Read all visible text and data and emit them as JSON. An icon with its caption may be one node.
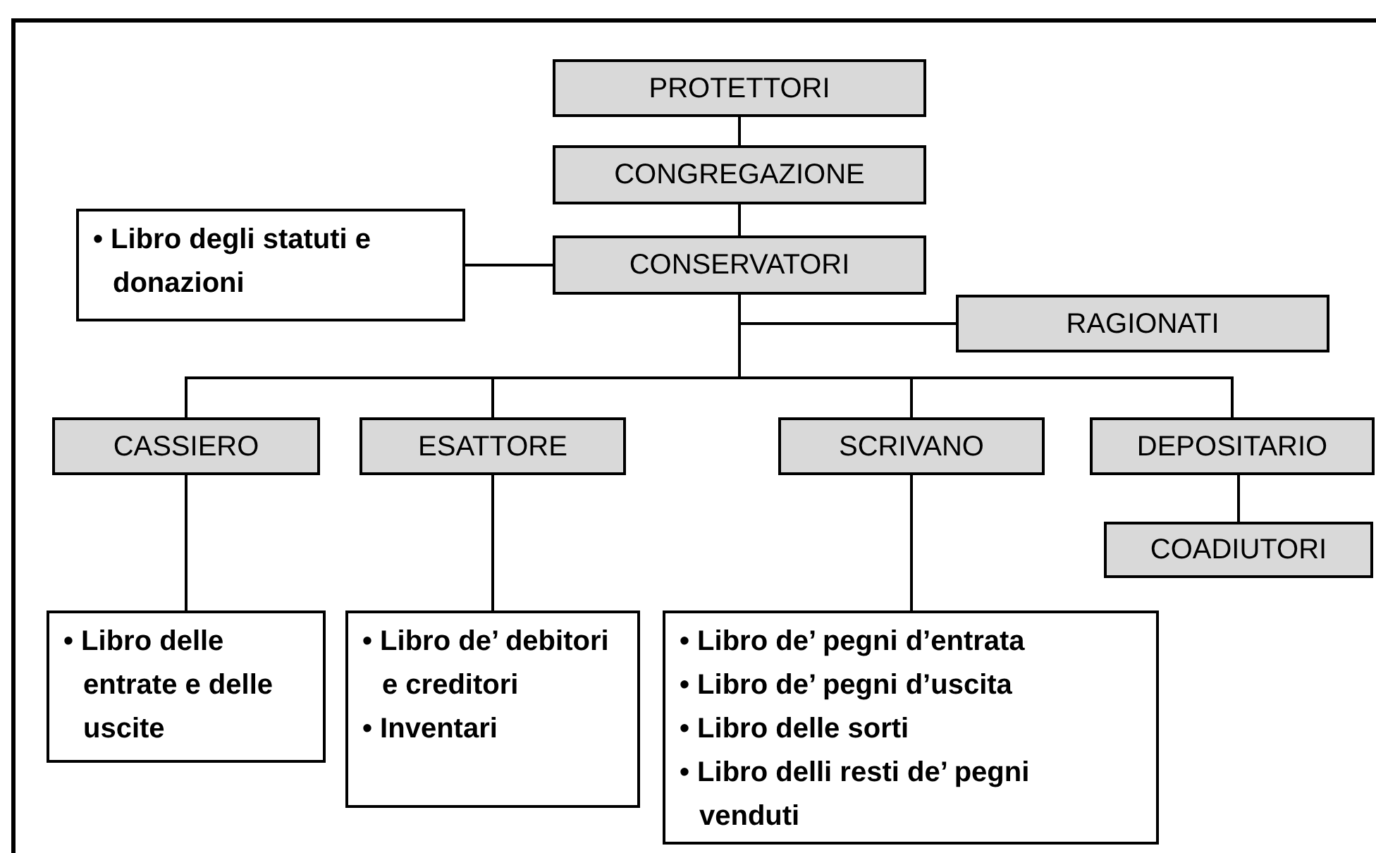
{
  "diagram": {
    "nodes": [
      {
        "text": [
          "PROTETTORI"
        ]
      },
      {
        "text": [
          "CONGREGAZIONE"
        ]
      },
      {
        "text": [
          "• Libro degli statuti e donazioni"
        ]
      },
      {
        "text": [
          "CONSERVATORI"
        ]
      },
      {
        "text": [
          "RAGIONATI"
        ]
      },
      {
        "text": [
          "CASSIERO"
        ]
      },
      {
        "text": [
          "ESATTORE"
        ]
      },
      {
        "text": [
          "SCRIVANO"
        ]
      },
      {
        "text": [
          "DEPOSITARIO"
        ]
      },
      {
        "text": [
          "COADIUTORI"
        ]
      },
      {
        "text": [
          "• Libro delle entrate e delle uscite"
        ]
      },
      {
        "text": [
          "• Libro de’ debitori e creditori",
          "• Inventari"
        ]
      },
      {
        "text": [
          "• Libro de’ pegni d’entrata",
          "• Libro de’ pegni d’uscita",
          "• Libro delle sorti",
          "• Libro delli resti de’ pegni venduti"
        ]
      }
    ],
    "edges": [
      {
        "from": 0,
        "to": 1,
        "arrow": "none"
      },
      {
        "from": 1,
        "to": 3,
        "arrow": "none"
      },
      {
        "from": 3,
        "to": 2,
        "arrow": "none"
      },
      {
        "from": 3,
        "to": 4,
        "arrow": "none"
      },
      {
        "from": 3,
        "to": 5,
        "arrow": "none"
      },
      {
        "from": 3,
        "to": 6,
        "arrow": "none"
      },
      {
        "from": 3,
        "to": 7,
        "arrow": "none"
      },
      {
        "from": 3,
        "to": 8,
        "arrow": "none"
      },
      {
        "from": 8,
        "to": 9,
        "arrow": "none"
      },
      {
        "from": 5,
        "to": 10,
        "arrow": "none"
      },
      {
        "from": 6,
        "to": 11,
        "arrow": "none"
      },
      {
        "from": 7,
        "to": 12,
        "arrow": "none"
      }
    ]
  }
}
